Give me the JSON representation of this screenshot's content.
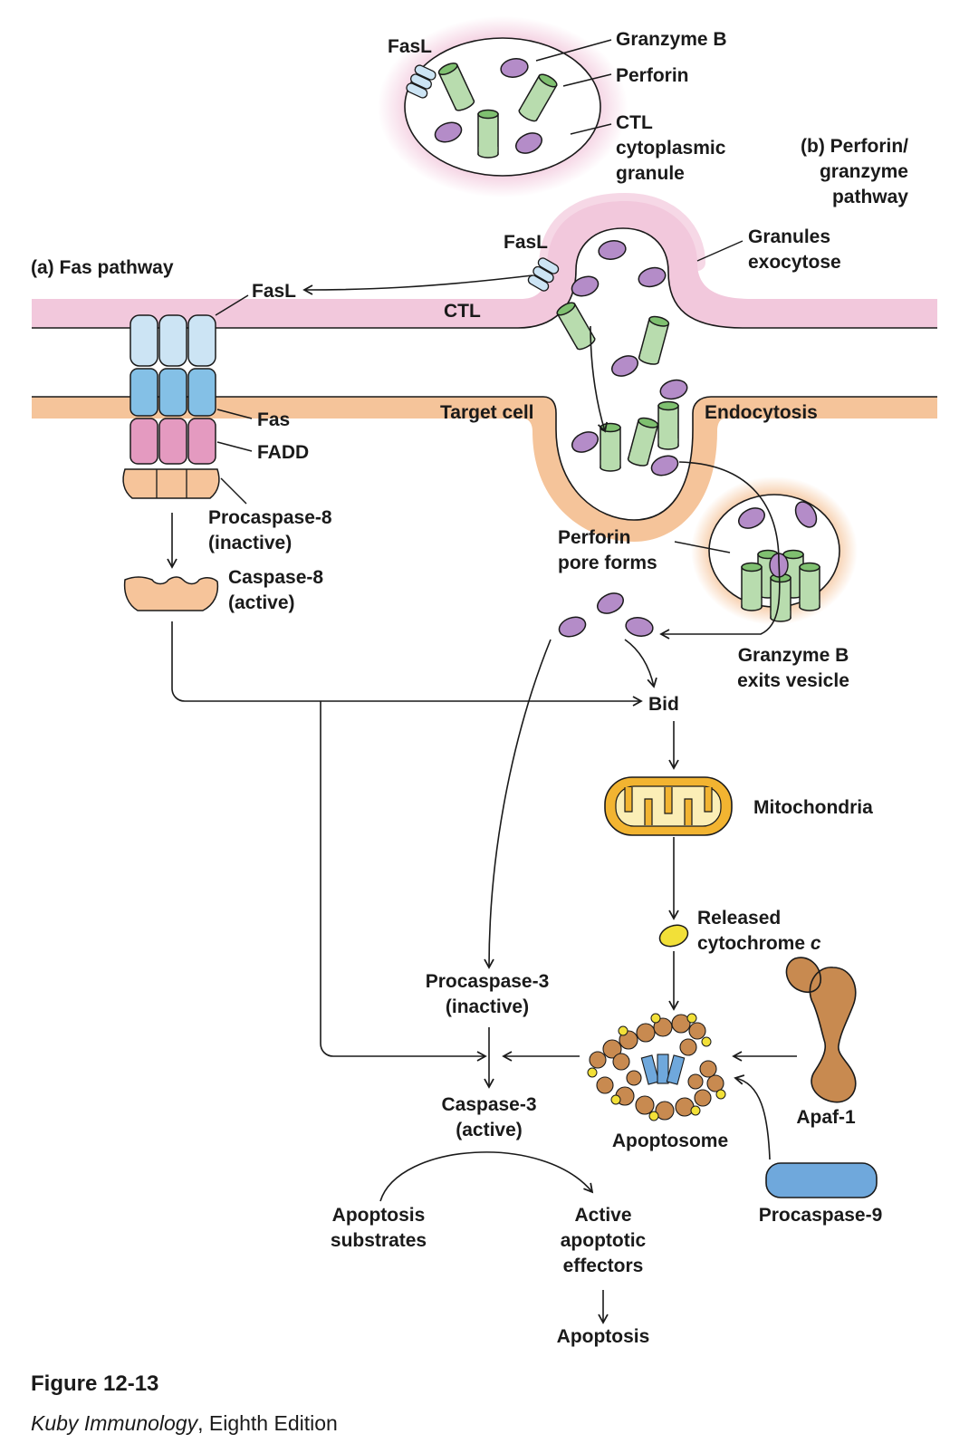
{
  "labels": {
    "fasl_granule": "FasL",
    "granzyme_b": "Granzyme B",
    "perforin": "Perforin",
    "ctl_cyto_1": "CTL",
    "ctl_cyto_2": "cytoplasmic",
    "ctl_cyto_3": "granule",
    "b_pathway_1": "(b)  Perforin/",
    "b_pathway_2": "granzyme",
    "b_pathway_3": "pathway",
    "fasl_exo": "FasL",
    "granules_exo_1": "Granules",
    "granules_exo_2": "exocytose",
    "a_pathway": "(a)  Fas pathway",
    "fasl_fas": "FasL",
    "ctl": "CTL",
    "target_cell": "Target cell",
    "endocytosis": "Endocytosis",
    "fas": "Fas",
    "fadd": "FADD",
    "procasp8_1": "Procaspase-8",
    "procasp8_2": "(inactive)",
    "casp8_1": "Caspase-8",
    "casp8_2": "(active)",
    "perforin_pore_1": "Perforin",
    "perforin_pore_2": "pore forms",
    "granzyme_exits_1": "Granzyme B",
    "granzyme_exits_2": "exits vesicle",
    "bid": "Bid",
    "mitochondria": "Mitochondria",
    "released_1": "Released",
    "released_2": "cytochrome",
    "released_c": "c",
    "procasp3_1": "Procaspase-3",
    "procasp3_2": "(inactive)",
    "casp3_1": "Caspase-3",
    "casp3_2": "(active)",
    "apaf1": "Apaf-1",
    "apoptosome": "Apoptosome",
    "apop_sub_1": "Apoptosis",
    "apop_sub_2": "substrates",
    "active_eff_1": "Active",
    "active_eff_2": "apoptotic",
    "active_eff_3": "effectors",
    "procasp9": "Procaspase-9",
    "apoptosis": "Apoptosis"
  },
  "caption": {
    "title": "Figure 12-13",
    "book": "Kuby Immunology",
    "edition": ", Eighth Edition"
  },
  "colors": {
    "ctl_membrane": "#f2c8dc",
    "target_membrane": "#f5c49a",
    "granzyme": "#b48cc8",
    "perforin": "#b8dcae",
    "fasl": "#cce4f4",
    "fas": "#84c0e6",
    "fadd": "#e49ac0",
    "caspase8": "#f6c49a",
    "mitochondria": "#f2b431",
    "cytochrome": "#f2e038",
    "apaf1": "#c88a50",
    "procaspase9": "#6fa8dc"
  }
}
